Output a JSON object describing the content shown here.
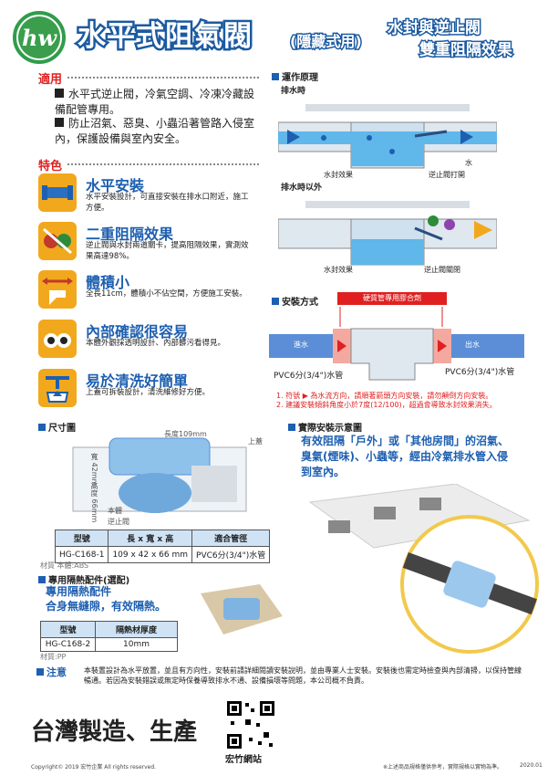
{
  "header": {
    "logo_text": "hw",
    "title": "水平式阻氣閥",
    "subtitle": "(隱藏式用)",
    "slogan_line1": "水封與逆止閥",
    "slogan_line2": "雙重阻隔效果"
  },
  "usage": {
    "heading": "適用",
    "items": [
      "水平式逆止閥，冷氣空調、冷凍冷藏設備配管專用。",
      "防止沼氣、惡臭、小蟲沿著管路入侵室內，保護設備與室內安全。"
    ]
  },
  "features": {
    "heading": "特色",
    "items": [
      {
        "icon": "pipe-icon",
        "title": "水平安裝",
        "desc": "水平安裝設計，可直接安裝在排水口附近，施工方便。"
      },
      {
        "icon": "bug-block-icon",
        "title": "二重阻隔效果",
        "desc": "逆止閥與水封兩道關卡，提高阻隔效果，實測效果高達98%。"
      },
      {
        "icon": "size-icon",
        "title": "體積小",
        "desc": "全長11cm，體積小不佔空間，方便施工安裝。"
      },
      {
        "icon": "eyes-icon",
        "title": "內部確認很容易",
        "desc": "本體外觀採透明設計、內部髒污看得見。"
      },
      {
        "icon": "clean-icon",
        "title": "易於清洗好簡單",
        "desc": "上蓋可拆裝設計，清洗維修好方便。"
      }
    ]
  },
  "principle": {
    "heading": "運作原理",
    "drain_on": "排水時",
    "drain_off": "排水時以外",
    "water_seal": "水封效果",
    "valve_open": "逆止閥打開",
    "water": "水",
    "valve_closed": "逆止閥關閉"
  },
  "install": {
    "heading": "安裝方式",
    "glue_label": "硬質管專用膠合劑",
    "in_label": "進水",
    "out_label": "出水",
    "pipe_left": "PVC6分(3/4\")水管",
    "pipe_right": "PVC6分(3/4\")水管",
    "note1": "1. 符號 ▶ 為水流方向，請順著箭頭方向安裝，請勿顛倒方向安裝。",
    "note2": "2. 建議安裝傾斜角度小於7度(12/100)，超過會導致水封效果消失。"
  },
  "dimension": {
    "heading": "尺寸圖",
    "length": "長度109mm",
    "width": "寬 42mm",
    "height": "高度 66mm",
    "lid": "上蓋",
    "body": "本體",
    "valve": "逆止閥",
    "table_headers": [
      "型號",
      "長 x 寬 x 高",
      "適合管徑"
    ],
    "table_row": [
      "HG-C168-1",
      "109 x 42 x 66 mm",
      "PVC6分(3/4\")水管"
    ],
    "material": "材質 本體:ABS"
  },
  "insulation": {
    "heading": "專用隔熱配件(選配)",
    "line1": "專用隔熱配件",
    "line2": "合身無縫隙，有效隔熱。",
    "table_headers": [
      "型號",
      "隔熱材厚度"
    ],
    "table_row": [
      "HG-C168-2",
      "10mm"
    ],
    "material": "材質:PP"
  },
  "example": {
    "heading": "實際安裝示意圖",
    "text": "有效阻隔「戶外」或「其他房間」的沼氣、臭氣(煙味)、小蟲等，經由冷氣排水管入侵到室內。"
  },
  "notice": {
    "label": "注意",
    "text": "本裝置設計為水平放置，並且有方向性，安裝前請詳細閱讀安裝說明，並由專業人士安裝。安裝後也需定時檢查與內部清掃，以保持管線暢通。若因為安裝錯誤或無定時保養導致排水不通、設備損壞等問題，本公司概不負責。"
  },
  "footer": {
    "made_in": "台灣製造、生產",
    "qr_label": "宏竹網站",
    "copyright": "Copyright© 2019 宏竹企業 All rights reserved.",
    "disclaimer": "※上述商品規格僅供參考，實際規格以實物為準。",
    "date": "2020.01"
  },
  "colors": {
    "accent_blue": "#1d5fb0",
    "accent_red": "#e02020",
    "accent_orange": "#f2a81d",
    "brand_green": "#2f9d4a"
  }
}
